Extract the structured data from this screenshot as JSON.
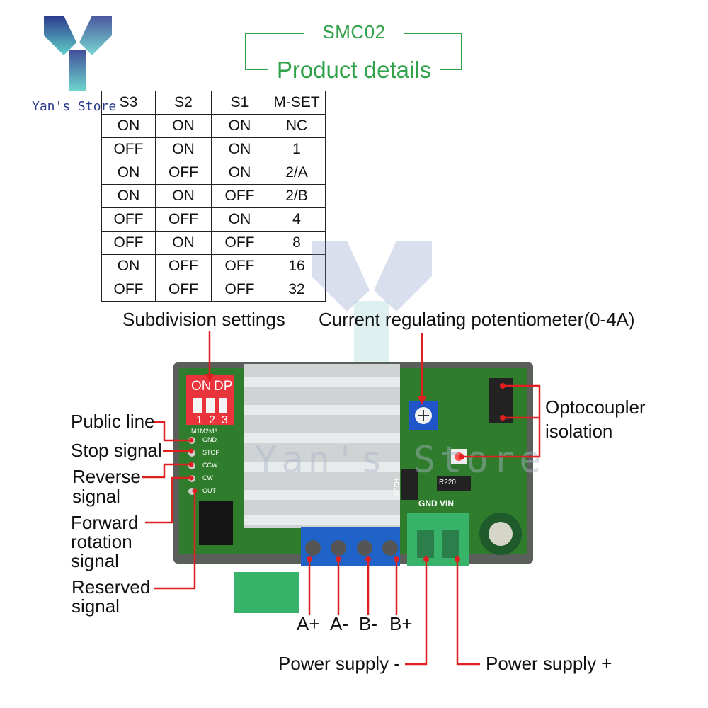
{
  "header": {
    "model": "SMC02",
    "title": "Product details"
  },
  "logo": {
    "icon": "yan-store-logo-icon",
    "store_name": "Yan's Store"
  },
  "table": {
    "headers": [
      "S3",
      "S2",
      "S1",
      "M-SET"
    ],
    "rows": [
      [
        "ON",
        "ON",
        "ON",
        "NC"
      ],
      [
        "OFF",
        "ON",
        "ON",
        "1"
      ],
      [
        "ON",
        "OFF",
        "ON",
        "2/A"
      ],
      [
        "ON",
        "ON",
        "OFF",
        "2/B"
      ],
      [
        "OFF",
        "OFF",
        "ON",
        "4"
      ],
      [
        "OFF",
        "ON",
        "OFF",
        "8"
      ],
      [
        "ON",
        "OFF",
        "OFF",
        "16"
      ],
      [
        "OFF",
        "OFF",
        "OFF",
        "32"
      ]
    ]
  },
  "labels": {
    "subdivision": "Subdivision settings",
    "potentiometer": "Current regulating potentiometer(0-4A)",
    "optocoupler_line1": "Optocoupler",
    "optocoupler_line2": "isolation",
    "public_line": "Public line",
    "stop_signal": "Stop signal",
    "reverse_line1": "Reverse",
    "reverse_line2": "signal",
    "forward_line1": "Forward",
    "forward_line2": "rotation",
    "forward_line3": "signal",
    "reserved_line1": "Reserved",
    "reserved_line2": "signal",
    "power_minus": "Power supply -",
    "power_plus": "Power supply +"
  },
  "terminals": {
    "motor": [
      "A+",
      "A-",
      "B-",
      "B+"
    ]
  },
  "board": {
    "dip_label_on": "ON",
    "dip_label_dp": "DP",
    "dip_numbers": [
      "1",
      "2",
      "3"
    ],
    "dip_sub": "M1M2M3",
    "pins": [
      "GND",
      "STOP",
      "CCW",
      "CW",
      "OUT"
    ],
    "power_label": "GND VIN",
    "resistor_1": "R220",
    "resistor_2": "R220"
  },
  "watermark": {
    "text": "Yan's Store"
  },
  "colors": {
    "accent_green": "#2fa24a",
    "pointer_red": "#e02020",
    "pcb_green": "#2f7d2c",
    "terminal_blue": "#1f63c9",
    "connector_green": "#38b36a",
    "logo_blue": "#2a3a8c"
  }
}
